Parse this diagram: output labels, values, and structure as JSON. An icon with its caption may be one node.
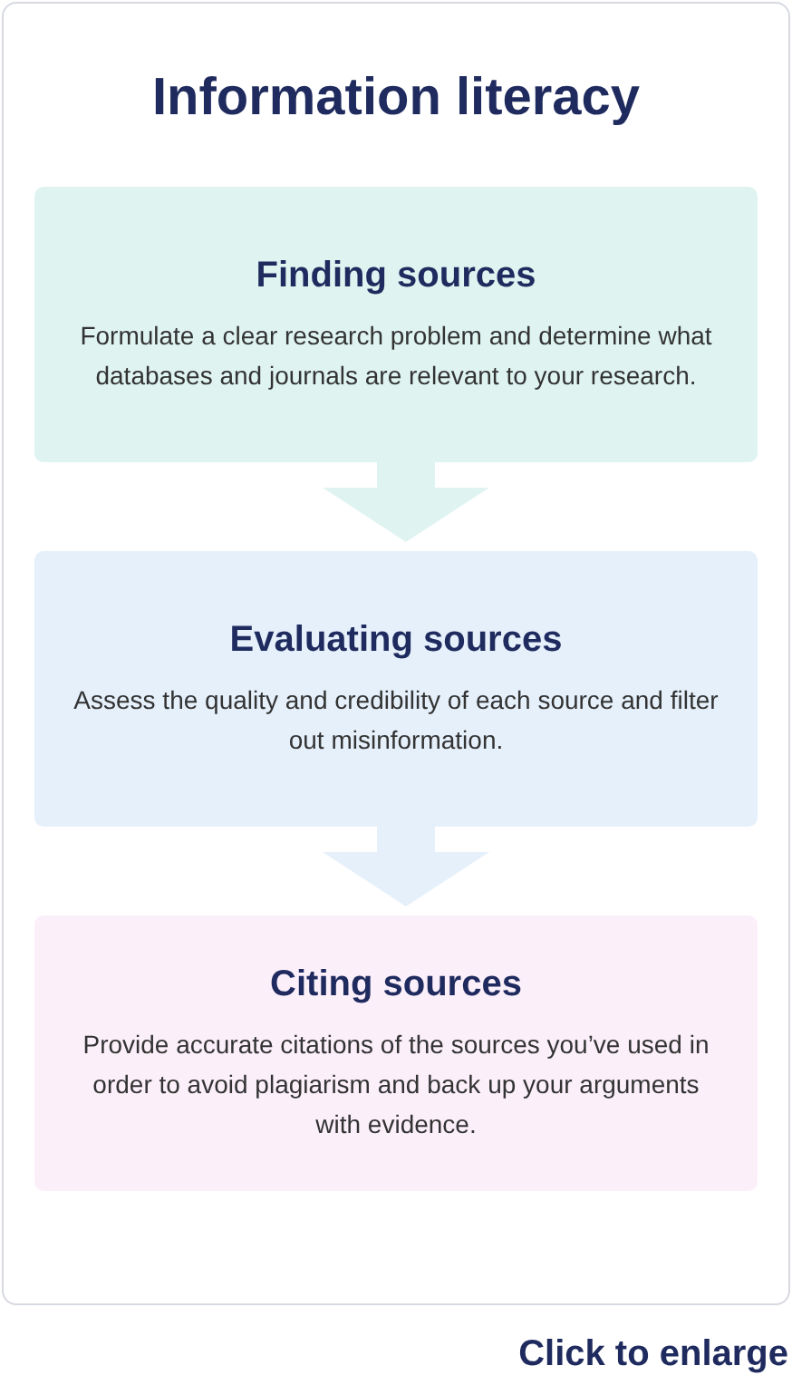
{
  "diagram": {
    "title": "Information literacy",
    "nodes": [
      {
        "text": [
          "Finding sources",
          "Formulate a clear research problem and determine what databases and journals are relevant to your research."
        ]
      },
      {
        "text": [
          "Evaluating sources",
          "Assess the quality and credibility of each source and filter out misinformation."
        ]
      },
      {
        "text": [
          "Citing sources",
          "Provide accurate citations of the sources you’ve used in order to avoid plagiarism and back up your arguments with evidence."
        ]
      }
    ],
    "edges": [
      {
        "from": 0,
        "to": 1,
        "arrow": "to",
        "color": "#dff4f1"
      },
      {
        "from": 1,
        "to": 2,
        "arrow": "to",
        "color": "#e5f0fb"
      }
    ],
    "labels": [
      "Click to enlarge"
    ]
  }
}
